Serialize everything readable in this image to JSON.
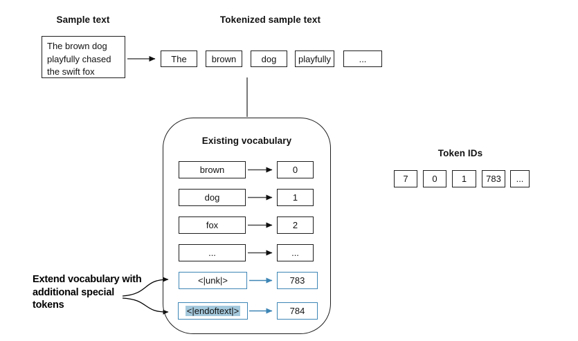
{
  "sample": {
    "title": "Sample text",
    "text": "The brown dog playfully chased the swift fox"
  },
  "tokenized": {
    "title": "Tokenized sample text",
    "tokens": [
      "The",
      "brown",
      "dog",
      "playfully",
      "..."
    ]
  },
  "vocabulary": {
    "title": "Existing vocabulary",
    "rows": [
      {
        "token": "brown",
        "id": "0",
        "special": false
      },
      {
        "token": "dog",
        "id": "1",
        "special": false
      },
      {
        "token": "fox",
        "id": "2",
        "special": false
      },
      {
        "token": "...",
        "id": "...",
        "special": false
      },
      {
        "token": "<|unk|>",
        "id": "783",
        "special": true
      },
      {
        "token": "<|endoftext|>",
        "id": "784",
        "special": true,
        "highlighted": true
      }
    ]
  },
  "token_ids": {
    "title": "Token IDs",
    "values": [
      "7",
      "0",
      "1",
      "783",
      "..."
    ]
  },
  "annotation": {
    "text": "Extend vocabulary with additional special tokens"
  },
  "colors": {
    "accent_blue": "#3d85b5",
    "highlight_blue": "#a4c8dc",
    "line_black": "#1d1d1d"
  }
}
